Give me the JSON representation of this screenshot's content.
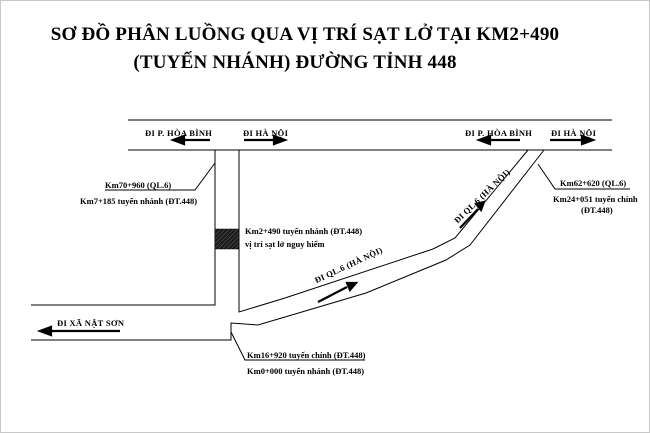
{
  "title": {
    "line1": "SƠ ĐỒ PHÂN LUỒNG QUA VỊ TRÍ SẠT LỞ TẠI KM2+490",
    "line2": "(TUYẾN NHÁNH) ĐƯỜNG TỈNH 448"
  },
  "directions": {
    "hoa_binh_left": "ĐI P. HÒA BÌNH",
    "ha_noi_left": "ĐI HÀ NỘI",
    "hoa_binh_right": "ĐI P. HÒA BÌNH",
    "ha_noi_right": "ĐI HÀ NỘI",
    "xa_nat_son": "ĐI XÃ NẬT SƠN",
    "ql6_lower": "ĐI QL.6 (HÀ NỘI)",
    "ql6_upper": "ĐI QL.6 (HÀ NỘI)"
  },
  "labels": {
    "km70": "Km70+960 (QL.6)",
    "km7": "Km7+185 tuyến nhánh (ĐT.448)",
    "km2_line1": "Km2+490 tuyến nhánh (ĐT.448)",
    "km2_line2": "vị trí sạt lở nguy hiểm",
    "km62": "Km62+620 (QL.6)",
    "km24_line1": "Km24+051 tuyến chính",
    "km24_line2": "(ĐT.448)",
    "km16": "Km16+920 tuyến chính (ĐT.448)",
    "km0": "Km0+000 tuyến nhánh (ĐT.448)"
  },
  "colors": {
    "line": "#000000",
    "hazard": "#1a1a1a"
  }
}
